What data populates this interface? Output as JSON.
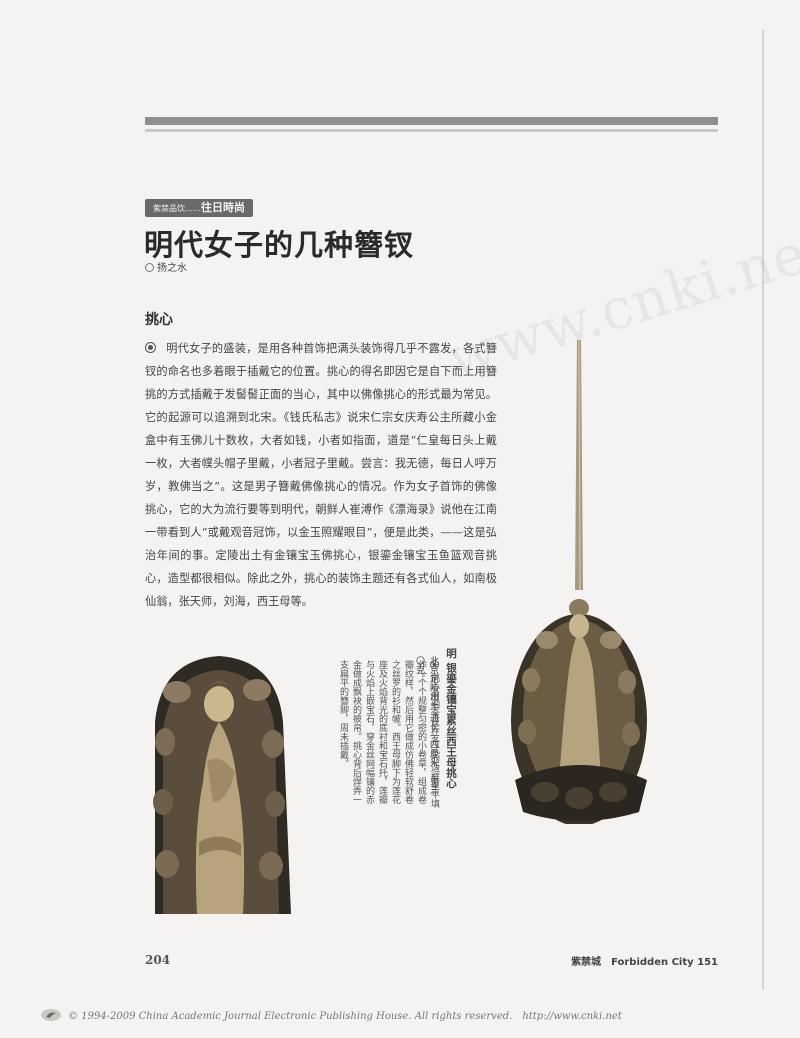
{
  "header": {
    "column_tag": "紫禁品饮……",
    "column_tag_sub": "往日時尚",
    "title": "明代女子的几种簪钗",
    "author": "扬之水"
  },
  "section": {
    "heading": "挑心",
    "body": "明代女子的盛装，是用各种首饰把满头装饰得几乎不露发，各式簪钗的命名也多着眼于插戴它的位置。挑心的得名即因它是自下而上用簪挑的方式插戴于发髻髻正面的当心，其中以佛像挑心的形式最为常见。它的起源可以追溯到北宋。《钱氏私志》说宋仁宗女庆寿公主所藏小金盒中有玉佛儿十数枚，大者如钱，小者如指面，道是“仁皇每日头上戴一枚，大者幞头帽子里戴，小者冠子里戴。尝言：我无德，每日人呼万岁，教佛当之”。这是男子簪戴佛像挑心的情况。作为女子首饰的佛像挑心，它的大为流行要等到明代，朝鲜人崔溥作《漂海录》说他在江南一带看到人“或戴观音冠饰，以金玉照耀眼目”，便是此类，——这是弘治年间的事。定陵出土有金镶宝玉佛挑心，银鎏金镶宝玉鱼篮观音挑心，造型都很相似。除此之外，挑心的装饰主题还有各式仙人，如南极仙翁，张天师，刘海，西王母等。"
  },
  "caption": {
    "title": "明 银鎏金镶宝累丝西王母挑心",
    "source": "北京定陵出土 通长一四厘米，重三〇克。",
    "body": "挑心用细金丝在各式的边框里平填作一个个规整匀密的小卷草，组成卷瓣纹样，然后用它做成仿佛轻软舒卷之丝罗的衫和帔。西王母脚下为莲花座及火焰背光的底衬和宝石托，莲瓣与火焰上嵌宝石，穿金丝网幅镶的赤金做成飘袂的披帛。挑心背后焊弄一支扁平的簪脚，周未插戴。"
  },
  "watermark": "www.cnki.net",
  "footer": {
    "page_number": "204",
    "magazine_cn": "紫禁城",
    "magazine_en": "Forbidden City 151",
    "copyright": "© 1994-2009 China Academic Journal Electronic Publishing House. All rights reserved.",
    "url": "http://www.cnki.net"
  },
  "colors": {
    "page": "#f4f3f1",
    "text": "#444444",
    "rule": "#8f8f8f",
    "gold": "#a08a5a"
  }
}
